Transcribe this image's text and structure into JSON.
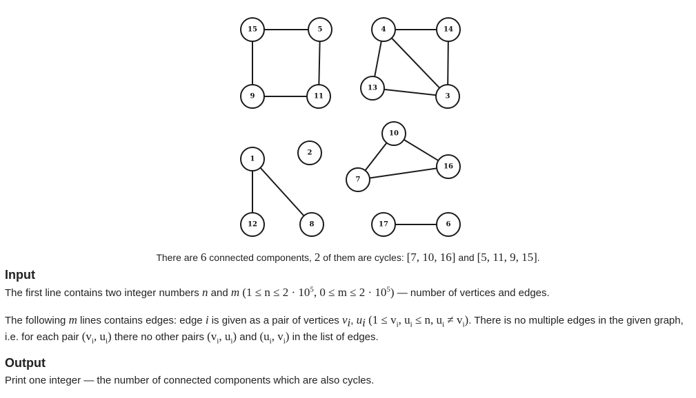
{
  "graph": {
    "nodes": [
      "15",
      "5",
      "9",
      "11",
      "4",
      "14",
      "13",
      "3",
      "10",
      "1",
      "2",
      "16",
      "7",
      "12",
      "8",
      "17",
      "6"
    ]
  },
  "caption": {
    "prefix": "There are ",
    "count": "6",
    "middle": " connected components, ",
    "cycles_count": "2",
    "middle2": " of them are cycles: ",
    "cycle1": "[7, 10, 16]",
    "and": " and ",
    "cycle2": "[5, 11, 9, 15]",
    "end": "."
  },
  "input": {
    "title": "Input",
    "p1_a": "The first line contains two integer numbers ",
    "n": "n",
    "and": " and ",
    "m": "m",
    "constraints": " (1 ≤ n ≤ 2 · 10",
    "exp": "5",
    "constraints2": ", 0 ≤ m ≤ 2 · 10",
    "exp2": "5",
    "constraints3": ")",
    "p1_b": " — number of vertices and edges.",
    "p2_a": "The following ",
    "p2_m": "m",
    "p2_b": " lines contains edges: edge ",
    "p2_i": "i",
    "p2_c": " is given as a pair of vertices ",
    "p2_vi": "v",
    "p2_comma": ", ",
    "p2_ui": "u",
    "p2_cons": " (1 ≤ v",
    "p2_cons2": ", u",
    "p2_cons3": " ≤ n, u",
    "p2_cons4": " ≠ v",
    "p2_cons5": ")",
    "p2_d": ". There is no multiple edges in the given graph, i.e. for each pair ",
    "p2_pair1": "(v",
    "p2_pair1b": ", u",
    "p2_pair1c": ")",
    "p2_e": " there no other pairs ",
    "p2_pair2": "(v",
    "p2_pair2b": ", u",
    "p2_pair2c": ")",
    "p2_and": " and ",
    "p2_pair3": "(u",
    "p2_pair3b": ", v",
    "p2_pair3c": ")",
    "p2_f": " in the list of edges.",
    "sub_i": "i"
  },
  "output": {
    "title": "Output",
    "text": "Print one integer — the number of connected components which are also cycles."
  }
}
